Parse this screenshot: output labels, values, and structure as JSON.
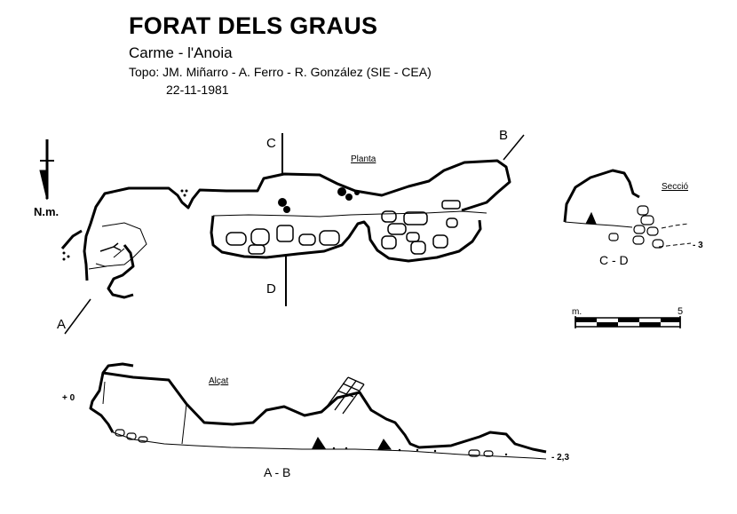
{
  "header": {
    "title": "FORAT DELS GRAUS",
    "subtitle": "Carme - l'Anoia",
    "credits": "Topo: JM. Miñarro - A. Ferro - R. González  (SIE - CEA)",
    "date": "22-11-1981"
  },
  "north": {
    "label": "N.m."
  },
  "plan": {
    "title": "Planta",
    "markers": {
      "a": "A",
      "b": "B",
      "c": "C",
      "d": "D"
    }
  },
  "section": {
    "title": "Secció",
    "label": "C - D",
    "depth": "- 3"
  },
  "scale": {
    "unit": "m.",
    "max": "5"
  },
  "elevation": {
    "title": "Alçat",
    "label": "A - B",
    "start": "+ 0",
    "end": "- 2,3"
  }
}
